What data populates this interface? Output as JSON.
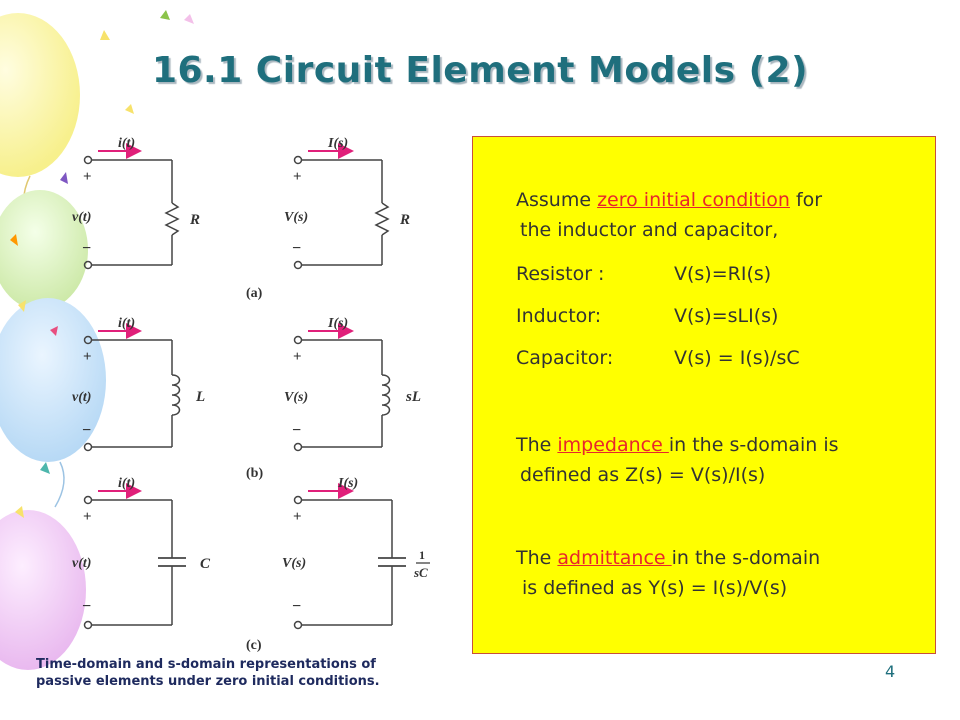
{
  "slide": {
    "title": "16.1 Circuit Element Models (2)",
    "page_number": "4",
    "caption_line1": "Time-domain and s-domain representations of",
    "caption_line2": "passive elements under zero initial conditions."
  },
  "box": {
    "assume_pre": "Assume ",
    "assume_hl": "zero initial condition",
    "assume_post": " for",
    "assume_line2": "the inductor and capacitor,",
    "resistor_label": "Resistor :",
    "resistor_eq": "V(s)=RI(s)",
    "inductor_label": "Inductor:",
    "inductor_eq": "V(s)=sLI(s)",
    "capacitor_label": "Capacitor:",
    "capacitor_eq": "V(s) = I(s)/sC",
    "imp_pre": "The ",
    "imp_hl": "impedance ",
    "imp_post": "in the s-domain is",
    "imp_line2": "defined as Z(s) = V(s)/I(s)",
    "adm_pre": "The ",
    "adm_hl": "admittance ",
    "adm_post": "in the s-domain",
    "adm_line2": "is defined as Y(s) = I(s)/V(s)"
  },
  "circuits": {
    "it": "i(t)",
    "Is": "I(s)",
    "vt": "v(t)",
    "Vs": "V(s)",
    "plus": "+",
    "minus": "−",
    "R": "R",
    "L": "L",
    "sL": "sL",
    "C": "C",
    "one": "1",
    "sC": "sC",
    "cap_a": "(a)",
    "cap_b": "(b)",
    "cap_c": "(c)"
  },
  "colors": {
    "title": "#1f6f7d",
    "arrow": "#e0207a",
    "highlight": "#e8262b",
    "box": "#ffff00"
  }
}
